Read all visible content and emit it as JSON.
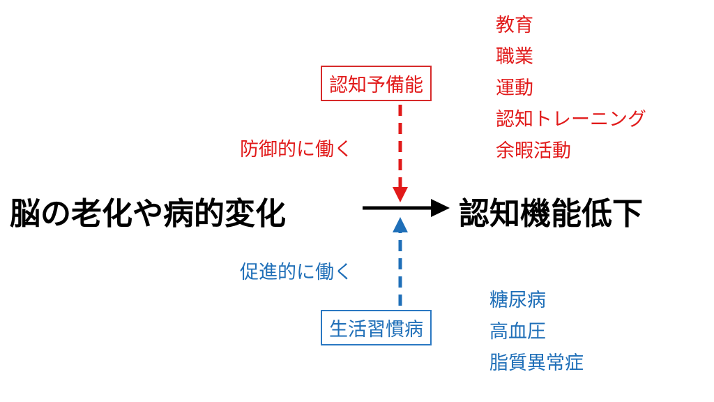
{
  "brain_change": "脳の老化や病的変化",
  "cognitive_decline": "認知機能低下",
  "reserve": {
    "label": "認知予備能",
    "effect": "防御的に働く",
    "factors": [
      "教育",
      "職業",
      "運動",
      "認知トレーニング",
      "余暇活動"
    ],
    "color": "#e11a1a"
  },
  "lifestyle": {
    "label": "生活習慣病",
    "effect": "促進的に働く",
    "factors": [
      "糖尿病",
      "高血圧",
      "脂質異常症"
    ],
    "color": "#1f6fb8"
  }
}
